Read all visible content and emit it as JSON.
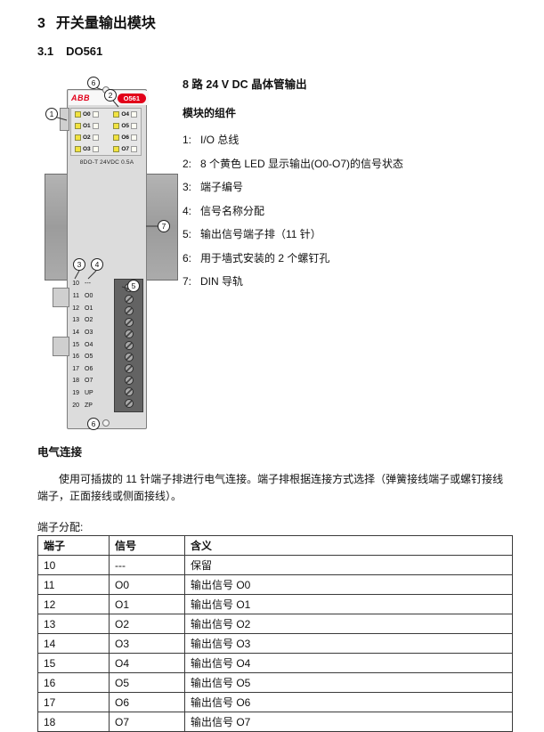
{
  "doc": {
    "chapter_number": "3",
    "chapter_title": "开关量输出模块",
    "section_number": "3.1",
    "section_title": "DO561"
  },
  "intro": {
    "subtitle": "8 路 24 V DC 晶体管输出",
    "components_heading": "模块的组件",
    "components": [
      {
        "n": "1:",
        "text": "I/O 总线"
      },
      {
        "n": "2:",
        "text": "8 个黄色 LED 显示输出(O0-O7)的信号状态"
      },
      {
        "n": "3:",
        "text": "端子编号"
      },
      {
        "n": "4:",
        "text": "信号名称分配"
      },
      {
        "n": "5:",
        "text": "输出信号端子排（11 针）"
      },
      {
        "n": "6:",
        "text": "用于墙式安装的 2 个螺钉孔"
      },
      {
        "n": "7:",
        "text": "DIN 导轨"
      }
    ]
  },
  "figure": {
    "brand": "ABB",
    "model_badge": "O561",
    "module_label": "8DO-T 24VDC 0.5A",
    "led_rows": [
      {
        "left": "O0",
        "right": "O4"
      },
      {
        "left": "O1",
        "right": "O5"
      },
      {
        "left": "O2",
        "right": "O6"
      },
      {
        "left": "O3",
        "right": "O7"
      }
    ],
    "terminals": [
      {
        "num": "10",
        "sig": "---"
      },
      {
        "num": "11",
        "sig": "O0"
      },
      {
        "num": "12",
        "sig": "O1"
      },
      {
        "num": "13",
        "sig": "O2"
      },
      {
        "num": "14",
        "sig": "O3"
      },
      {
        "num": "15",
        "sig": "O4"
      },
      {
        "num": "16",
        "sig": "O5"
      },
      {
        "num": "17",
        "sig": "O6"
      },
      {
        "num": "18",
        "sig": "O7"
      },
      {
        "num": "19",
        "sig": "UP"
      },
      {
        "num": "20",
        "sig": "ZP"
      }
    ],
    "callouts": {
      "c1": "1",
      "c2": "2",
      "c3": "3",
      "c4": "4",
      "c5": "5",
      "c6": "6",
      "c7": "7"
    },
    "colors": {
      "abb_red": "#e2001a",
      "led_yellow": "#f2e340",
      "module_gray": "#dcdcdc",
      "rail_gray": "#a6a6a6"
    }
  },
  "electrical": {
    "heading": "电气连接",
    "paragraph": "使用可插拔的 11 针端子排进行电气连接。端子排根据连接方式选择（弹簧接线端子或螺钉接线端子，正面接线或侧面接线）。",
    "assignment_label": "端子分配:"
  },
  "terminal_table": {
    "headers": [
      "端子",
      "信号",
      "含义"
    ],
    "rows": [
      [
        "10",
        "---",
        "保留"
      ],
      [
        "11",
        "O0",
        "输出信号 O0"
      ],
      [
        "12",
        "O1",
        "输出信号 O1"
      ],
      [
        "13",
        "O2",
        "输出信号 O2"
      ],
      [
        "14",
        "O3",
        "输出信号 O3"
      ],
      [
        "15",
        "O4",
        "输出信号 O4"
      ],
      [
        "16",
        "O5",
        "输出信号 O5"
      ],
      [
        "17",
        "O6",
        "输出信号 O6"
      ],
      [
        "18",
        "O7",
        "输出信号 O7"
      ]
    ]
  }
}
